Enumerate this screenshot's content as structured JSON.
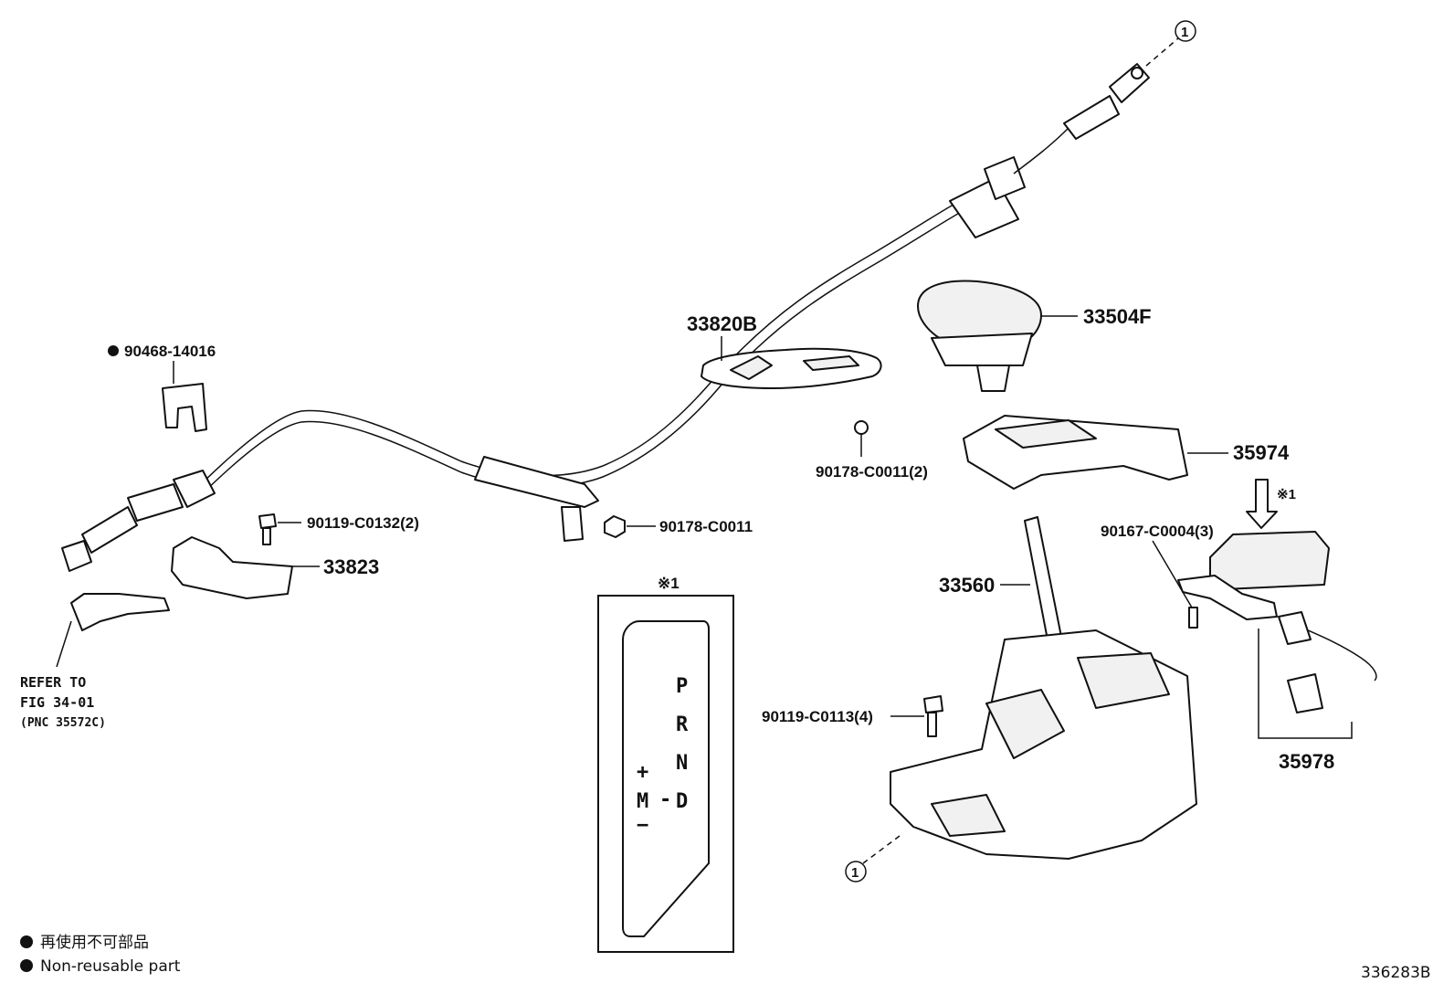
{
  "legend": {
    "bullet": "●",
    "japanese": "再使用不可部品",
    "english": "Non-reusable part"
  },
  "figure_id": "336283B",
  "callout_marker": "1",
  "parts": {
    "p33820B": "33820B",
    "p33504F": "33504F",
    "p35974": "35974",
    "p33560": "33560",
    "p35978": "35978",
    "p33823": "33823",
    "p90468": "90468-14016",
    "p90178_2": "90178-C0011(2)",
    "p90178": "90178-C0011",
    "p90119_c0132": "90119-C0132(2)",
    "p90167": "90167-C0004(3)",
    "p90119_c0113": "90119-C0113(4)"
  },
  "refer": {
    "line1": "REFER TO",
    "line2": "FIG 34-01",
    "line3": "(PNC 35572C)"
  },
  "note_mark": "※1",
  "gate": {
    "P": "P",
    "R": "R",
    "N": "N",
    "D": "D",
    "M": "M",
    "plus": "+",
    "minus": "−",
    "dash": "-"
  }
}
